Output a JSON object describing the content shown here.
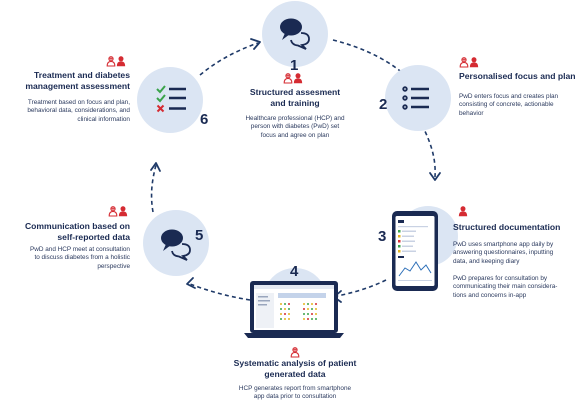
{
  "colors": {
    "navy": "#1a2a52",
    "circle": "#dbe5f3",
    "red": "#d52b32",
    "green": "#3aa34a",
    "arrow": "#1f3a68"
  },
  "icons": {
    "step1": "speech-bubbles-icon",
    "step2": "bullet-list-icon",
    "step3": "smartphone-app-icon",
    "step4": "laptop-report-icon",
    "step5": "speech-bubbles-icon",
    "step6": "checklist-icon",
    "people": "person-icon"
  },
  "steps": [
    {
      "number": "1",
      "title_lines": [
        "Structured assesment",
        "and training"
      ],
      "desc_lines": [
        "Healthcare professional (HCP) and",
        "person with diabetes (PwD) set",
        "focus and agree on plan"
      ]
    },
    {
      "number": "2",
      "title_lines": [
        "Personalised focus and plan"
      ],
      "desc_lines": [
        "PwD enters focus and creates plan",
        "consisting of concrete, actionable",
        "behavior"
      ]
    },
    {
      "number": "3",
      "title_lines": [
        "Structured documentation"
      ],
      "desc_lines": [
        "PwD uses smartphone app daily by",
        "answering questionnaires, inputting",
        "data, and keeping diary"
      ],
      "desc2_lines": [
        "PwD prepares for consultation by",
        "communicating their main considera-",
        "tions and concerns in-app"
      ]
    },
    {
      "number": "4",
      "title_lines": [
        "Systematic analysis of patient",
        "generated data"
      ],
      "desc_lines": [
        "HCP generates report from smartphone",
        "app data prior to consultation"
      ]
    },
    {
      "number": "5",
      "title_lines": [
        "Communication based on",
        "self-reported data"
      ],
      "desc_lines": [
        "PwD and HCP meet at consultation",
        "to discuss diabetes from a holistic",
        "perspective"
      ]
    },
    {
      "number": "6",
      "title_lines": [
        "Treatment and diabetes",
        "management assessment"
      ],
      "desc_lines": [
        "Treatment based on focus and plan,",
        "behavioral data, considerations, and",
        "clinical information"
      ]
    }
  ]
}
